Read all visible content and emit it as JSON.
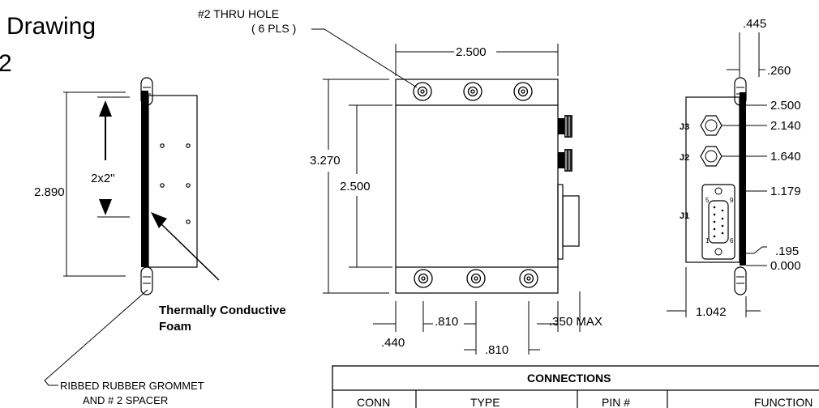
{
  "title": {
    "line1": "Drawing",
    "line2": "2"
  },
  "labels": {
    "thru_hole": "#2  THRU HOLE",
    "thru_hole_count": "( 6 PLS )",
    "side_height": "2.890",
    "side_inner": "2x2\"",
    "foam": "Thermally Conductive",
    "foam2": "Foam",
    "grommet": "RIBBED RUBBER GROMMET",
    "grommet2": "AND # 2 SPACER",
    "front_width": "2.500",
    "front_height_total": "3.270",
    "front_height_inner": "2.500",
    "front_440": ".440",
    "front_810a": ".810",
    "front_810b": ".810",
    "front_350": ".350 MAX",
    "right_445": ".445",
    "right_260": ".260",
    "right_2500": "2.500",
    "right_2140": "2.140",
    "right_1640": "1.640",
    "right_1179": "1.179",
    "right_195": ".195",
    "right_0000": "0.000",
    "right_1042": "1.042",
    "j3": "J3",
    "j2": "J2",
    "j1": "J1",
    "pin5": "5",
    "pin9": "9",
    "pin1": "1",
    "pin6": "6"
  },
  "table": {
    "title": "CONNECTIONS",
    "columns": [
      "CONN",
      "TYPE",
      "PIN #",
      "FUNCTION"
    ]
  }
}
